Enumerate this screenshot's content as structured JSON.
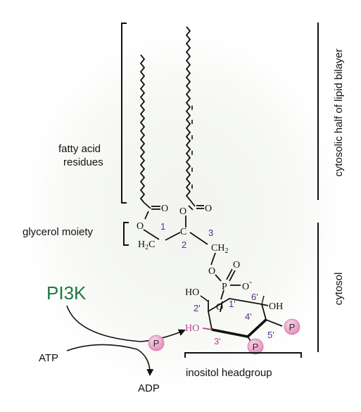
{
  "labels": {
    "fatty_acid_line1": "fatty acid",
    "fatty_acid_line2": "residues",
    "glycerol": "glycerol moiety",
    "cytosolic_half": "cytosolic half of lipid bilayer",
    "cytosol": "cytosol",
    "inositol": "inositol headgroup",
    "enzyme": "PI3K",
    "atp": "ATP",
    "adp": "ADP"
  },
  "atoms": {
    "O": "O",
    "C": "C",
    "H2C": "H",
    "sub2": "2",
    "CH2": "CH",
    "P": "P",
    "O_minus": "O",
    "minus": "-",
    "HO": "HO",
    "OH": "OH",
    "phosphate": "P"
  },
  "carbon_numbers": {
    "g1": "1",
    "g2": "2",
    "g3": "3",
    "i1": "1'",
    "i2": "2'",
    "i3": "3'",
    "i4": "4'",
    "i5": "5'",
    "i6": "6'"
  },
  "colors": {
    "enzyme": "#1a7a3c",
    "numbers": "#5a2d86",
    "new_phosphate_position": "#c2418a",
    "phosphate_fill": "#f3b6d4"
  }
}
